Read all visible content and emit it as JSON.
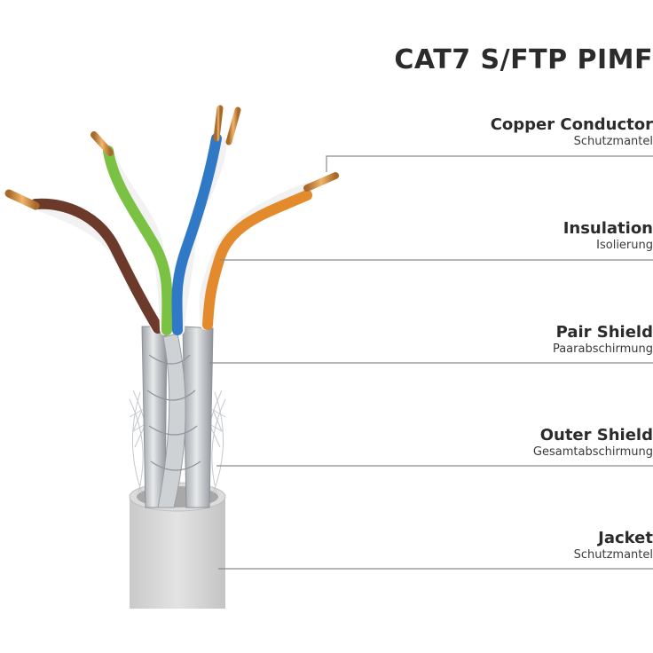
{
  "title": "CAT7 S/FTP PIMF",
  "labels": [
    {
      "en": "Copper Conductor",
      "de": "Schutzmantel"
    },
    {
      "en": "Insulation",
      "de": "Isolierung"
    },
    {
      "en": "Pair Shield",
      "de": "Paarabschirmung"
    },
    {
      "en": "Outer Shield",
      "de": "Gesamtabschirmung"
    },
    {
      "en": "Jacket",
      "de": "Schutzmantel"
    }
  ],
  "colors": {
    "text": "#2b2b2b",
    "leader_line": "#8a8a8a",
    "jacket": "#d4d4d4",
    "copper": "#c8873c",
    "wire_brown": "#6b3a2a",
    "wire_green": "#7bc144",
    "wire_blue": "#2f79c6",
    "wire_orange": "#e38a2c",
    "wire_white": "#f2f2f2",
    "foil": "#b9bcc0"
  }
}
